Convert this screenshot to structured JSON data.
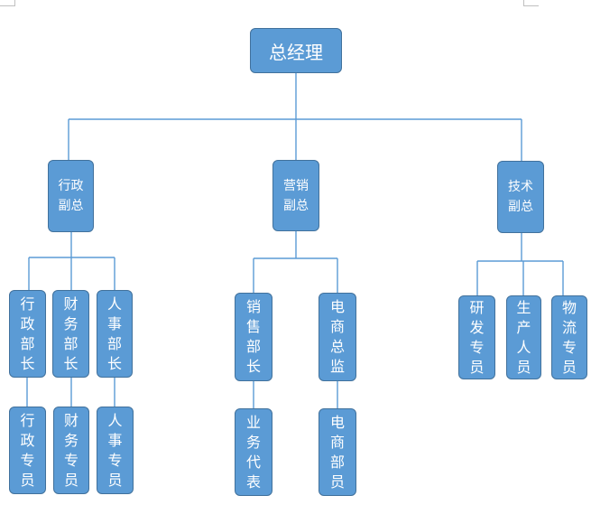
{
  "nodes": {
    "gm": "总经理",
    "admin_vp": "行政\n副总",
    "sales_vp": "营销\n副总",
    "tech_vp": "技术\n副总",
    "admin_head": "行\n政\n部\n长",
    "finance_head": "财\n务\n部\n长",
    "hr_head": "人\n事\n部\n长",
    "sales_head": "销\n售\n部\n长",
    "ecom_director": "电\n商\n总\n监",
    "rd_staff": "研\n发\n专\n员",
    "production_staff": "生\n产\n人\n员",
    "logistics_staff": "物\n流\n专\n员",
    "admin_staff": "行\n政\n专\n员",
    "finance_staff": "财\n务\n专\n员",
    "hr_staff": "人\n事\n专\n员",
    "sales_rep": "业\n务\n代\n表",
    "ecom_staff": "电\n商\n部\n员"
  },
  "colors": {
    "box_fill": "#5b9bd5",
    "box_border": "#41719c",
    "connector": "#5b9bd5",
    "text": "#ffffff"
  }
}
